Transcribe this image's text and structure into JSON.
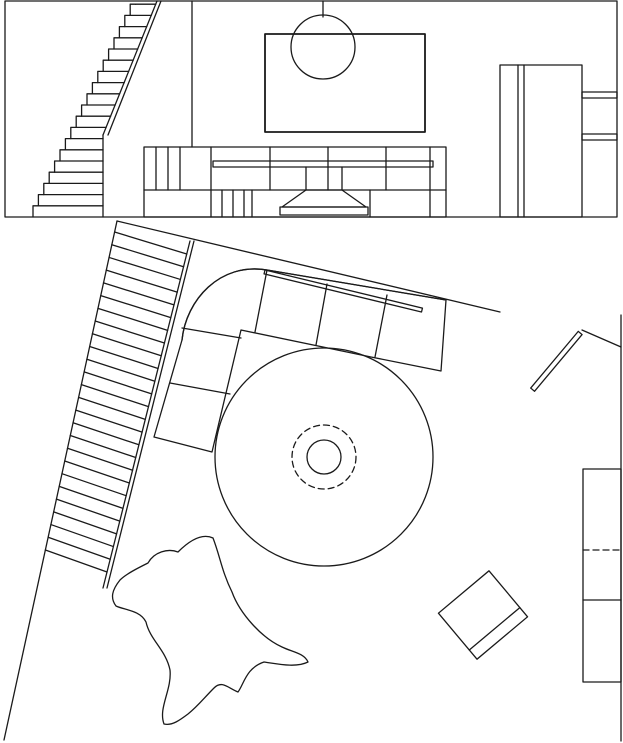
{
  "drawing": {
    "line_color": "#1a1a1a",
    "background": "#ffffff",
    "views": [
      {
        "view": "elevation",
        "elements": [
          "staircase",
          "wall-panel",
          "pendant-lamp",
          "sideboard",
          "fireplace-hood",
          "tall-cabinet",
          "wall-shelves"
        ]
      },
      {
        "view": "plan",
        "elements": [
          "staircase",
          "l-shaped-sofa",
          "round-rug",
          "coffee-table",
          "animal-skin-rug",
          "armchair",
          "cabinet",
          "door"
        ]
      }
    ]
  }
}
